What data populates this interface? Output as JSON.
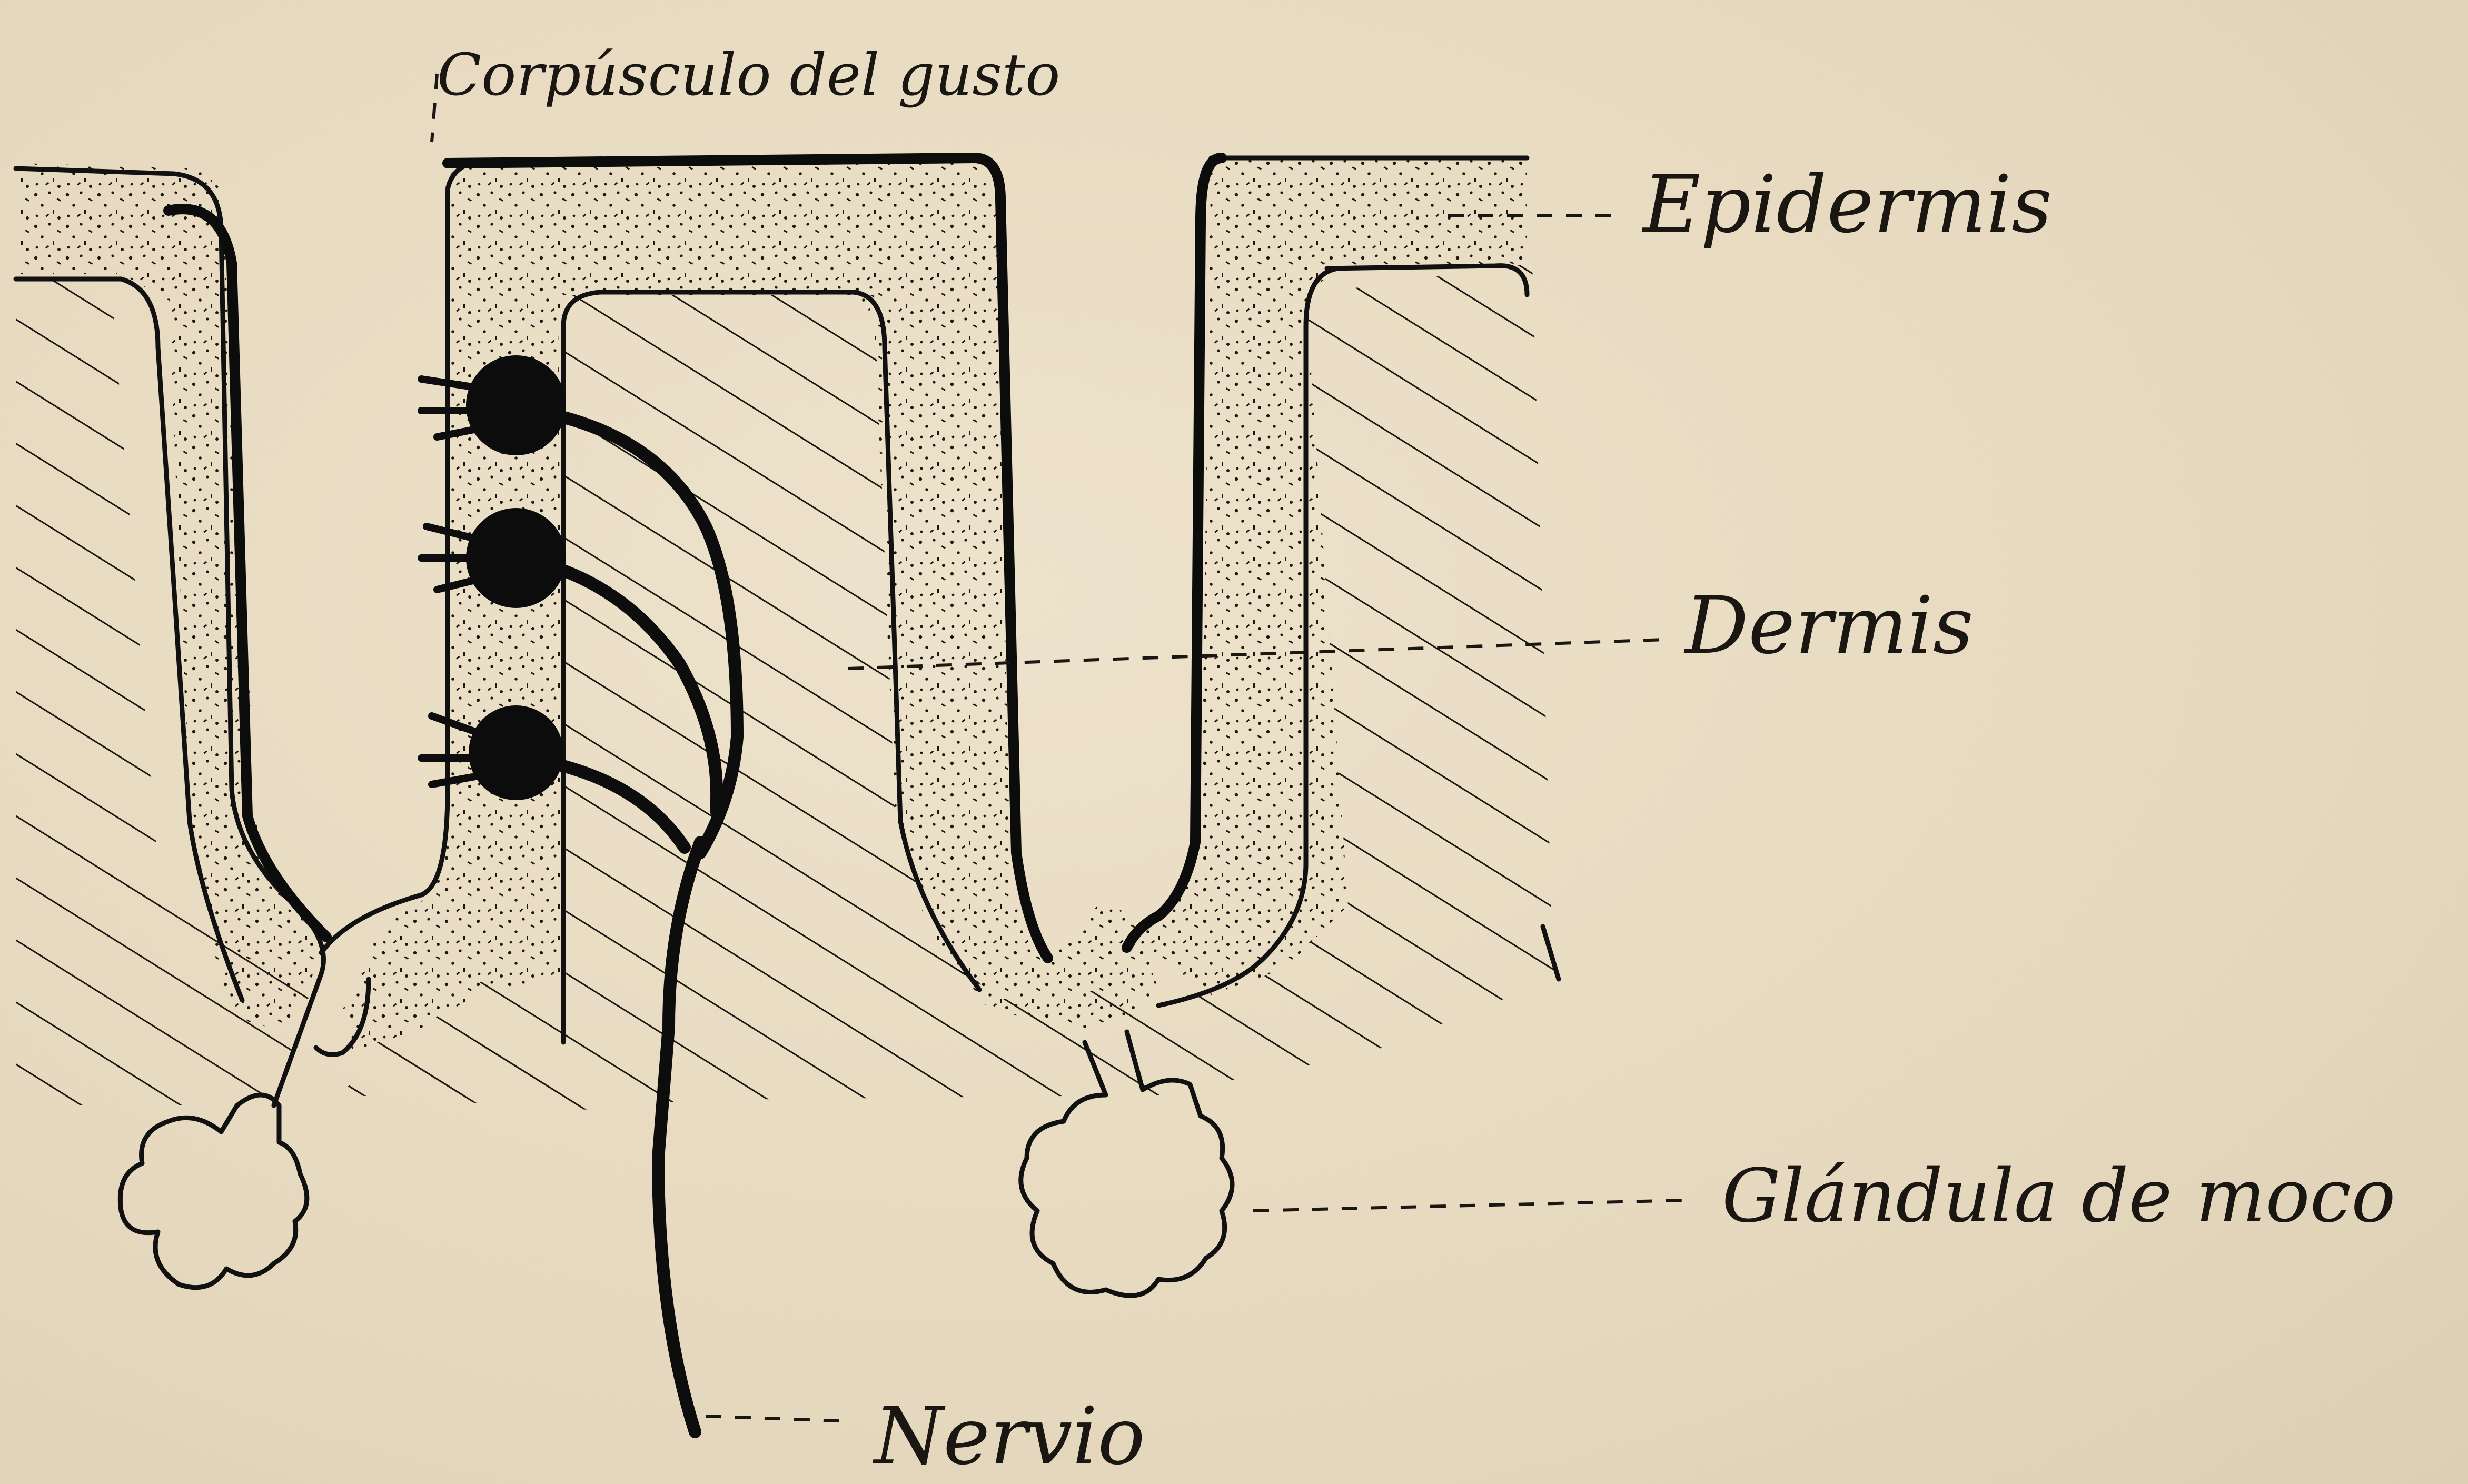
{
  "labels": {
    "corpusculo": "Corpúsculo del gusto",
    "epidermis": "Epidermis",
    "dermis": "Dermis",
    "glandula": "Glándula de moco",
    "nervio": "Nervio"
  },
  "colors": {
    "paper": "#e8dcc4",
    "ink": "#111111"
  }
}
